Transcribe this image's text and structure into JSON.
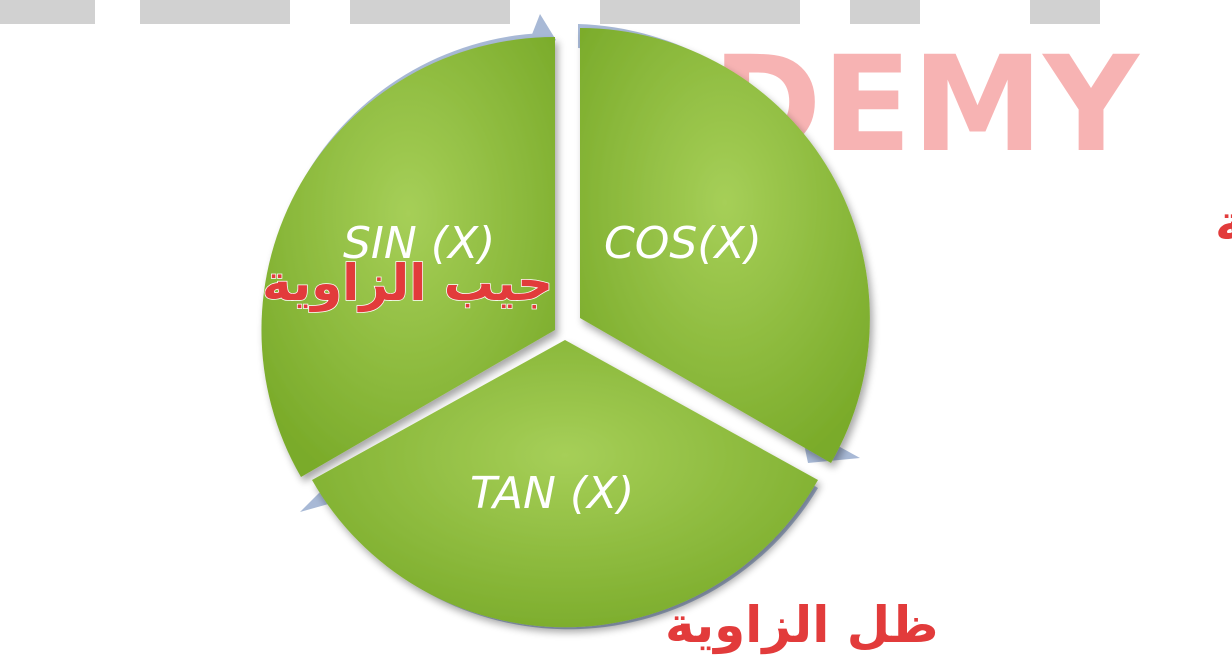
{
  "watermark": {
    "text": "ADEMY"
  },
  "diagram": {
    "segments": [
      {
        "label": "SIN (X)"
      },
      {
        "label": "COS(X)"
      },
      {
        "label": "TAN (X)"
      }
    ],
    "captions": {
      "sin": "جيب الزاوية",
      "cos": "جيب تمام الزاوية",
      "tan": "ظل الزاوية"
    }
  },
  "colors": {
    "segment_fill_light": "#a6cf58",
    "segment_fill_dark": "#7aab2a",
    "ring": "#a8b9d6",
    "caption": "#e23b3b",
    "label": "#ffffff"
  }
}
